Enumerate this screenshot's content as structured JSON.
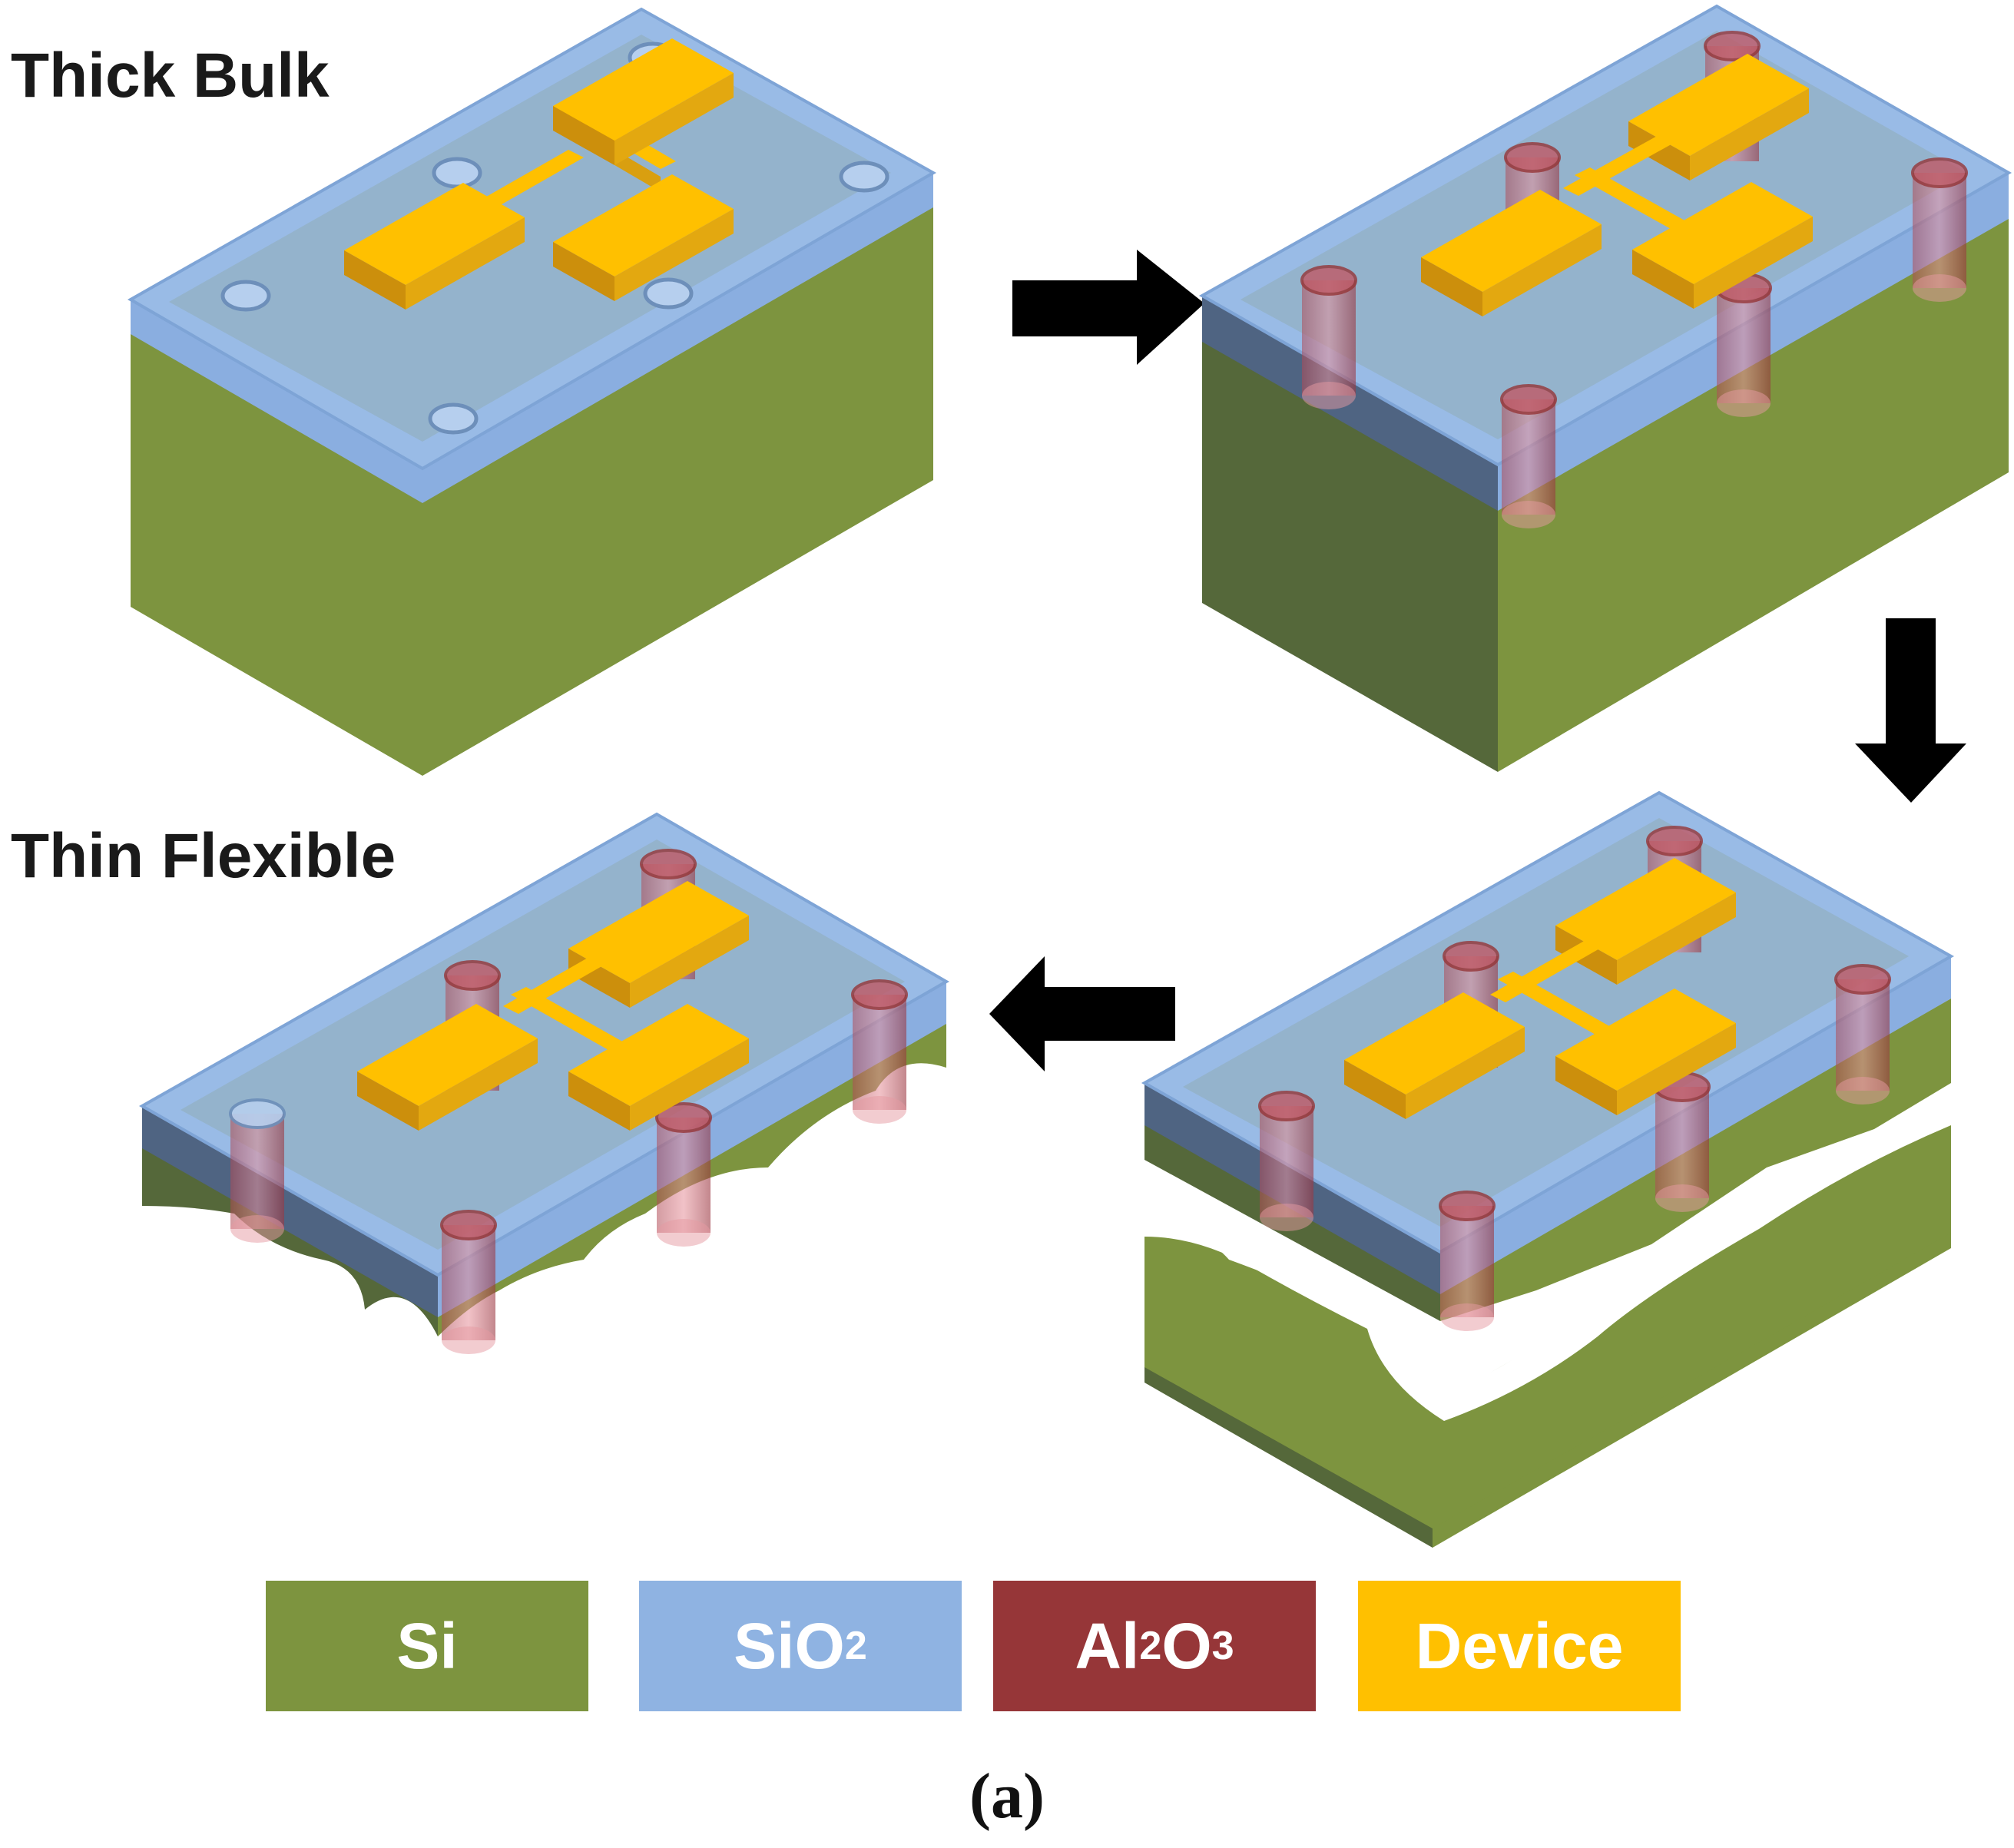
{
  "labels": {
    "thick": "Thick Bulk",
    "thin": "Thin Flexible"
  },
  "legend": [
    {
      "key": "si",
      "base": "Si",
      "sub1": "",
      "mid": "",
      "sub2": "",
      "color": "#7d943f"
    },
    {
      "key": "sio2",
      "base": "SiO",
      "sub1": "2",
      "mid": "",
      "sub2": "",
      "color": "#8fb3e2"
    },
    {
      "key": "al2o3",
      "base": "Al",
      "sub1": "2",
      "mid": "O",
      "sub2": "3",
      "color": "#963638"
    },
    {
      "key": "device",
      "base": "Device",
      "sub1": "",
      "mid": "",
      "sub2": "",
      "color": "#ffc000"
    }
  ],
  "caption": "(a)",
  "colors": {
    "si_top": "#7d943f",
    "si_dark": "#55683a",
    "sio2": "#8fb3e2",
    "al2o3": "#963638",
    "device": "#ffc000",
    "arrow": "#000000"
  },
  "icons": [
    "arrow-right-icon",
    "arrow-down-icon",
    "arrow-left-icon"
  ]
}
